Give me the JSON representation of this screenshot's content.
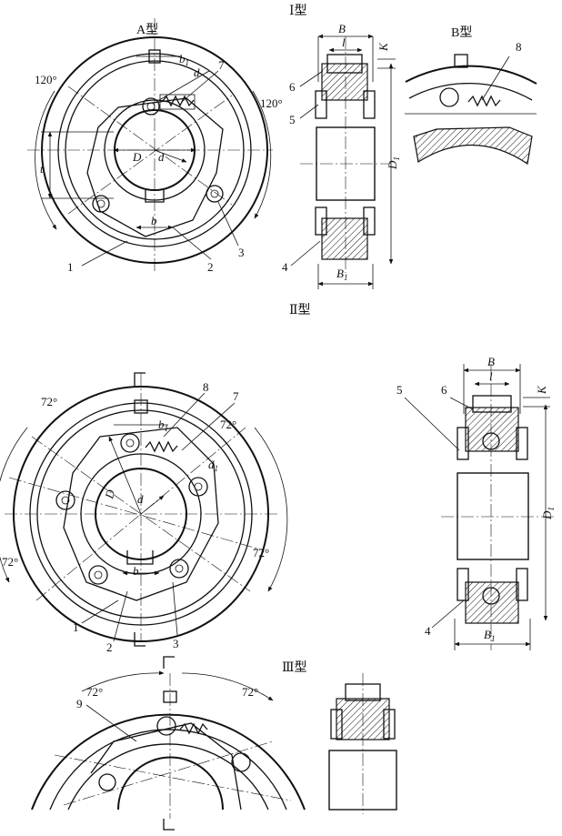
{
  "titles": {
    "type1": "Ⅰ型",
    "type1_a": "A型",
    "type1_b": "B型",
    "type2": "Ⅱ型",
    "type3": "Ⅲ型"
  },
  "angles": {
    "a120": "120°",
    "a72": "72°"
  },
  "dims": {
    "B": "B",
    "l": "l",
    "K": "K",
    "D1": "D",
    "D1_sub": "1",
    "B1": "B",
    "B1_sub": "1",
    "b1": "b",
    "b1_sub": "1",
    "d": "d",
    "d1": "d",
    "d1_sub": "1",
    "D": "D",
    "b": "b",
    "t": "t"
  },
  "parts": {
    "p1": "1",
    "p2": "2",
    "p3": "3",
    "p4": "4",
    "p5": "5",
    "p6": "6",
    "p7": "7",
    "p8": "8",
    "p9": "9"
  },
  "colors": {
    "line": "#111111",
    "background": "#ffffff"
  }
}
